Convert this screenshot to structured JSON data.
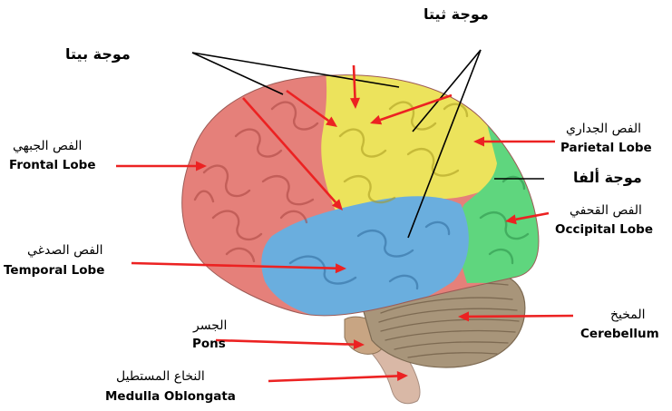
{
  "colors": {
    "frontal": "#e5807a",
    "parietal": "#ece35c",
    "temporal": "#6aaede",
    "occipital": "#5fd67e",
    "cerebellum": "#a8957a",
    "brainstem": "#d9b8a6",
    "arrow": "#ec2222",
    "pointer": "#000000"
  },
  "waves": {
    "beta": "موجة بيتا",
    "theta": "موجة ثيتا",
    "alpha": "موجة ألفا"
  },
  "labels": {
    "frontal": {
      "ar": "الفص الجبهي",
      "en": "Frontal Lobe"
    },
    "temporal": {
      "ar": "الفص الصدغي",
      "en": "Temporal Lobe"
    },
    "pons": {
      "ar": "الجسر",
      "en": "Pons"
    },
    "medulla": {
      "ar": "النخاع المستطيل",
      "en": "Medulla Oblongata"
    },
    "parietal": {
      "ar": "الفص الجداري",
      "en": "Parietal Lobe"
    },
    "occipital": {
      "ar": "الفص القحفي",
      "en": "Occipital Lobe"
    },
    "cerebellum": {
      "ar": "المخيخ",
      "en": "Cerebellum"
    }
  }
}
